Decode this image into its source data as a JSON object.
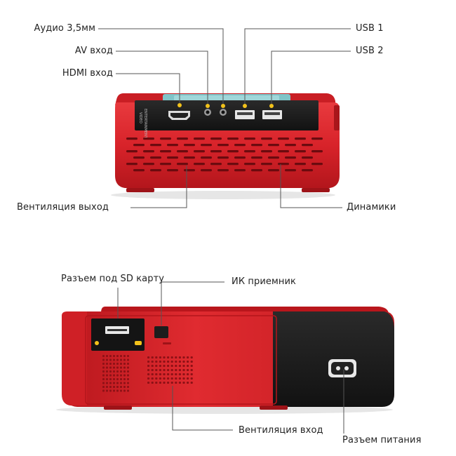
{
  "top_view": {
    "labels": {
      "audio": "Аудио 3,5мм",
      "av": "AV вход",
      "hdmi": "HDMI вход",
      "usb1": "USB 1",
      "usb2": "USB 2",
      "vent_out": "Вентиляция выход",
      "speakers": "Динамики"
    },
    "panel_text_line1": "VIDEO",
    "panel_text_line2": "ENTERTAINMENT"
  },
  "bottom_view": {
    "labels": {
      "sd": "Разъем под SD карту",
      "ir": "ИК приемник",
      "vent_in": "Вентиляция вход",
      "power": "Разъем питания"
    }
  },
  "colors": {
    "body_red": "#d8232a",
    "dark_red": "#a5151b",
    "panel_black": "#1a1a1a",
    "marker_yellow": "#f2c21b",
    "leader_line": "#555555"
  }
}
